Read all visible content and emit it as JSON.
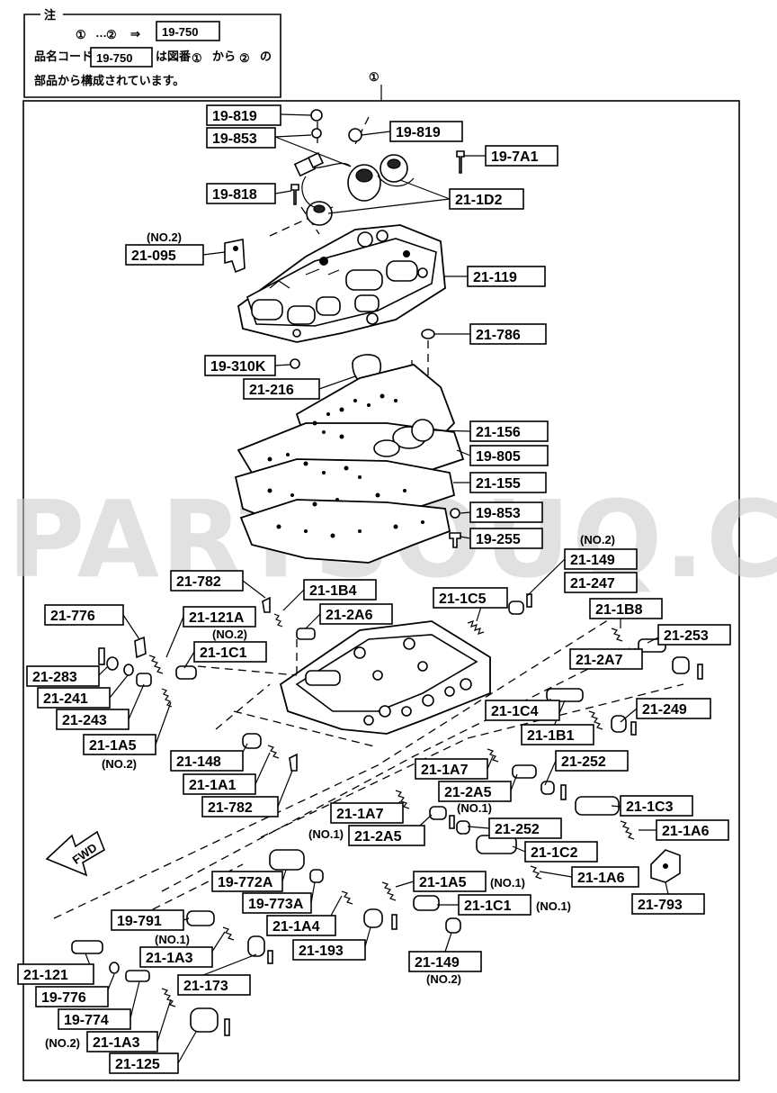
{
  "note": {
    "heading": "注",
    "line1_from": "①",
    "line1_to": "②",
    "line1_code": "19-750",
    "line2_prefix": "品名コード",
    "line2_code": "19-750",
    "line2_mid": "は図番",
    "line2_from": "①",
    "line2_kara": "から",
    "line2_to": "②",
    "line2_no": "の",
    "line3": "部品から構成されています。"
  },
  "assembly_ref": "①",
  "watermark": "PARTSOUQ.COM",
  "fwd_label": "FWD",
  "qualifiers": {
    "q_095": "(NO.2)",
    "q_149_top": "(NO.2)",
    "q_1c1_top": "(NO.2)",
    "q_1a5_left": "(NO.2)",
    "q_2a5_mid": "(NO.1)",
    "q_2a5_low": "(NO.1)",
    "q_1a5_right": "(NO.1)",
    "q_1c1_right": "(NO.1)",
    "q_149_bottom": "(NO.2)",
    "q_1a3_mid": "(NO.1)",
    "q_1a3_bottom": "(NO.2)"
  },
  "labels": [
    {
      "id": "l01",
      "text": "19-819"
    },
    {
      "id": "l02",
      "text": "19-853"
    },
    {
      "id": "l03",
      "text": "19-819"
    },
    {
      "id": "l04",
      "text": "19-7A1"
    },
    {
      "id": "l05",
      "text": "19-818"
    },
    {
      "id": "l06",
      "text": "21-1D2"
    },
    {
      "id": "l07",
      "text": "21-095"
    },
    {
      "id": "l08",
      "text": "21-119"
    },
    {
      "id": "l09",
      "text": "21-786"
    },
    {
      "id": "l10",
      "text": "19-310K"
    },
    {
      "id": "l11",
      "text": "21-216"
    },
    {
      "id": "l12",
      "text": "21-156"
    },
    {
      "id": "l13",
      "text": "19-805"
    },
    {
      "id": "l14",
      "text": "21-155"
    },
    {
      "id": "l15",
      "text": "19-853"
    },
    {
      "id": "l16",
      "text": "19-255"
    },
    {
      "id": "l17",
      "text": "21-149"
    },
    {
      "id": "l18",
      "text": "21-247"
    },
    {
      "id": "l19",
      "text": "21-782"
    },
    {
      "id": "l20",
      "text": "21-1B4"
    },
    {
      "id": "l21",
      "text": "21-1C5"
    },
    {
      "id": "l22",
      "text": "21-776"
    },
    {
      "id": "l23",
      "text": "21-121A"
    },
    {
      "id": "l24",
      "text": "21-2A6"
    },
    {
      "id": "l25",
      "text": "21-1B8"
    },
    {
      "id": "l26",
      "text": "21-1C1"
    },
    {
      "id": "l27",
      "text": "21-253"
    },
    {
      "id": "l28",
      "text": "21-283"
    },
    {
      "id": "l29",
      "text": "21-2A7"
    },
    {
      "id": "l30",
      "text": "21-241"
    },
    {
      "id": "l31",
      "text": "21-243"
    },
    {
      "id": "l32",
      "text": "21-1C4"
    },
    {
      "id": "l33",
      "text": "21-249"
    },
    {
      "id": "l34",
      "text": "21-1A5"
    },
    {
      "id": "l35",
      "text": "21-1B1"
    },
    {
      "id": "l36",
      "text": "21-148"
    },
    {
      "id": "l37",
      "text": "21-252"
    },
    {
      "id": "l38",
      "text": "21-1A7"
    },
    {
      "id": "l39",
      "text": "21-1A1"
    },
    {
      "id": "l40",
      "text": "21-2A5"
    },
    {
      "id": "l41",
      "text": "21-782"
    },
    {
      "id": "l42",
      "text": "21-1C3"
    },
    {
      "id": "l43",
      "text": "21-1A7"
    },
    {
      "id": "l44",
      "text": "21-1A6"
    },
    {
      "id": "l45",
      "text": "21-252"
    },
    {
      "id": "l46",
      "text": "21-2A5"
    },
    {
      "id": "l47",
      "text": "21-1C2"
    },
    {
      "id": "l48",
      "text": "21-1A6"
    },
    {
      "id": "l49",
      "text": "19-772A"
    },
    {
      "id": "l50",
      "text": "21-1A5"
    },
    {
      "id": "l51",
      "text": "19-773A"
    },
    {
      "id": "l52",
      "text": "21-1C1"
    },
    {
      "id": "l53",
      "text": "21-793"
    },
    {
      "id": "l54",
      "text": "19-791"
    },
    {
      "id": "l55",
      "text": "21-1A4"
    },
    {
      "id": "l56",
      "text": "21-1A3"
    },
    {
      "id": "l57",
      "text": "21-193"
    },
    {
      "id": "l58",
      "text": "21-149"
    },
    {
      "id": "l59",
      "text": "21-121"
    },
    {
      "id": "l60",
      "text": "21-173"
    },
    {
      "id": "l61",
      "text": "19-776"
    },
    {
      "id": "l62",
      "text": "19-774"
    },
    {
      "id": "l63",
      "text": "21-1A3"
    },
    {
      "id": "l64",
      "text": "21-125"
    }
  ]
}
